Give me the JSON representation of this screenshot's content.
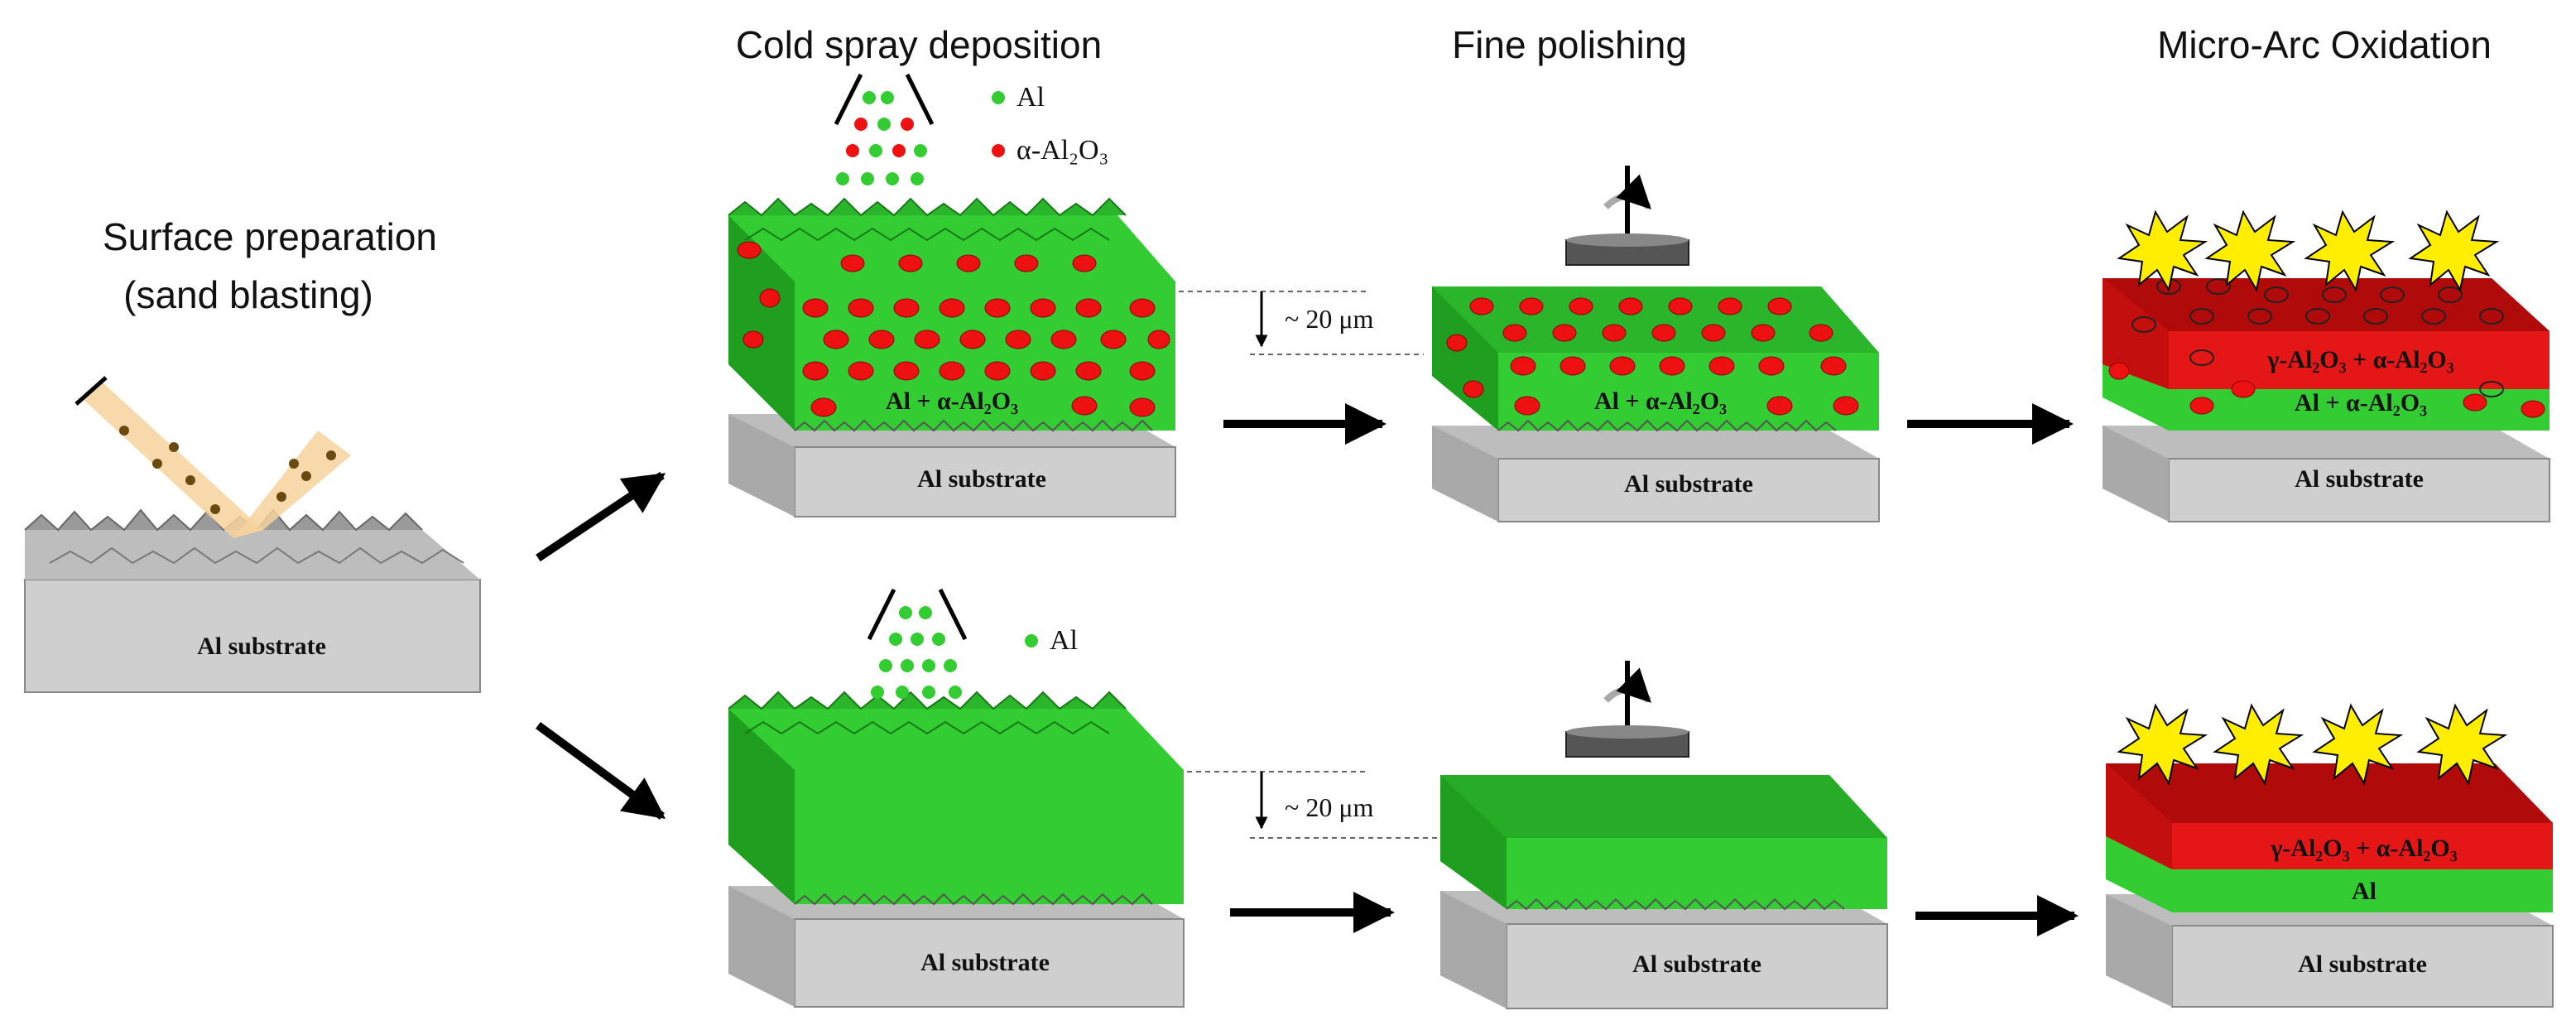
{
  "stages": {
    "surface_prep_line1": "Surface preparation",
    "surface_prep_line2": "(sand blasting)",
    "cold_spray": "Cold spray deposition",
    "fine_polishing": "Fine polishing",
    "mao": "Micro-Arc Oxidation"
  },
  "labels": {
    "al_substrate": "Al substrate",
    "composite_coating": "Al + α-Al₂O₃",
    "oxide_layer": "γ-Al₂O₃ + α-Al₂O₃",
    "al_layer": "Al",
    "thickness": "~ 20 μm"
  },
  "legend": {
    "al": "Al",
    "alumina": "α-Al₂O₃"
  },
  "colors": {
    "substrate_top": "#dcdcdc",
    "substrate_front": "#cfcfcf",
    "substrate_side": "#a9a9a9",
    "al_green": "#33cc33",
    "al_green_dark": "#1f9e1f",
    "alumina_red": "#ee1111",
    "oxide_red": "#e51616",
    "oxide_dark": "#b00a0a",
    "spark_yellow": "#ffee00"
  }
}
